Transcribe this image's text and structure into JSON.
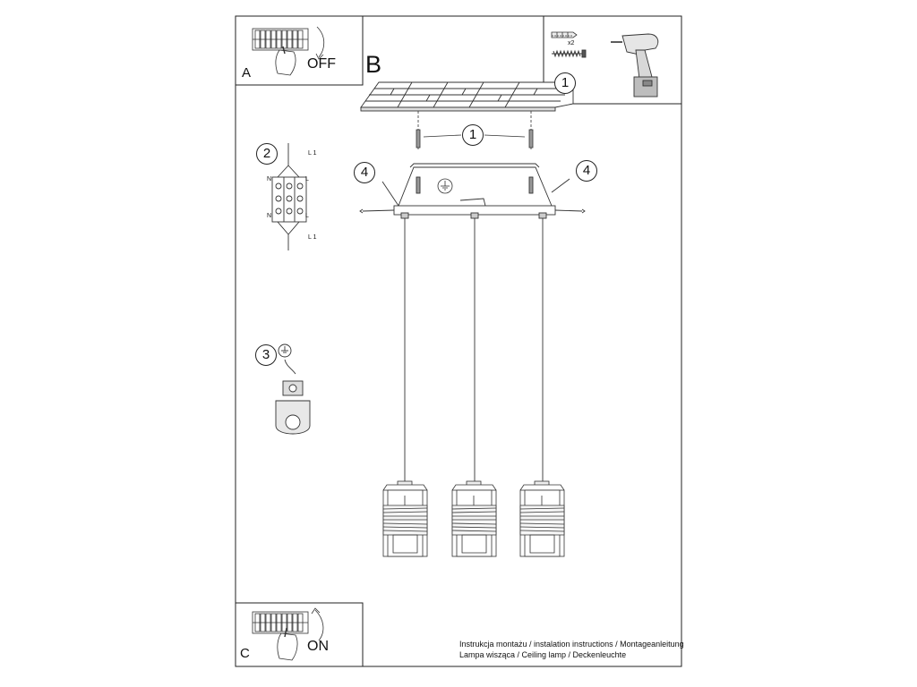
{
  "panels": {
    "a": {
      "letter": "A",
      "state": "OFF"
    },
    "b": {
      "letter": "B"
    },
    "c": {
      "letter": "C",
      "state": "ON"
    }
  },
  "callouts": {
    "tools": "1",
    "screws": "1",
    "wiring": "2",
    "ground": "3",
    "cover_left": "4",
    "cover_right": "4"
  },
  "wiring_labels": {
    "l1_top": "L 1",
    "l1_bottom": "L 1",
    "n_left_1": "N",
    "n_left_2": "N",
    "l_right_1": "L",
    "l_right_2": "L"
  },
  "tools": {
    "quantity": "x2"
  },
  "caption": {
    "line1": "Instrukcja montażu / instalation instructions / Montageanleitung",
    "line2": "Lampa wisząca / Ceiling lamp / Deckenleuchte"
  },
  "icons": [
    "switch-off-icon",
    "switch-on-icon",
    "dowel-icon",
    "screw-icon",
    "drill-icon",
    "ground-icon",
    "wire-connector-icon",
    "ceiling-icon",
    "pendant-shade-icon"
  ]
}
